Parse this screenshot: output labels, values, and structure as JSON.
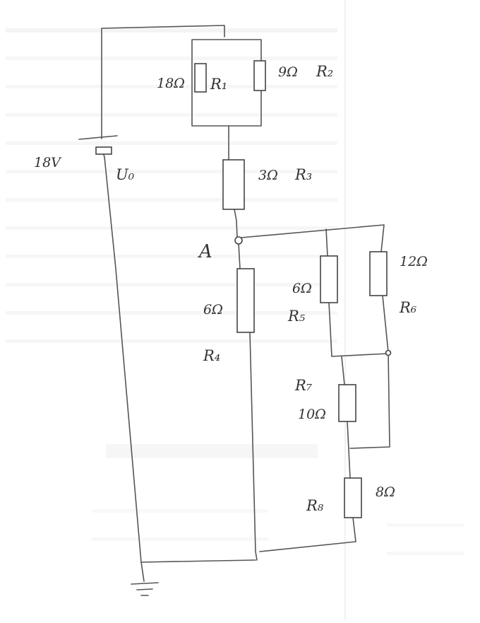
{
  "source": {
    "value": "18V",
    "label": "U₀"
  },
  "resistors": [
    {
      "id": "R1",
      "label": "R₁",
      "value": "18Ω"
    },
    {
      "id": "R2",
      "label": "R₂",
      "value": "9Ω"
    },
    {
      "id": "R3",
      "label": "R₃",
      "value": "3Ω"
    },
    {
      "id": "R4",
      "label": "R₄",
      "value": "6Ω"
    },
    {
      "id": "R5",
      "label": "R₅",
      "value": "6Ω"
    },
    {
      "id": "R6",
      "label": "R₆",
      "value": "12Ω"
    },
    {
      "id": "R7",
      "label": "R₇",
      "value": "10Ω"
    },
    {
      "id": "R8",
      "label": "R₈",
      "value": "8Ω"
    }
  ],
  "nodes": {
    "a": "A"
  }
}
